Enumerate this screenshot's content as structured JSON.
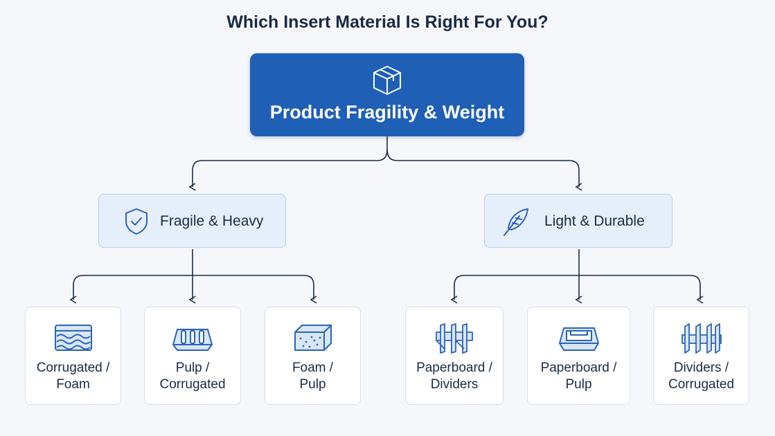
{
  "title": "Which Insert Material Is Right For You?",
  "colors": {
    "root_fill": "#1f5fb6",
    "branch_fill": "#e6eefb",
    "leaf_fill": "#ffffff",
    "line": "#1b2a44",
    "icon_stroke": "#2a63b8"
  },
  "root": {
    "label": "Product Fragility & Weight",
    "icon": "box-icon"
  },
  "branches": [
    {
      "label": "Fragile & Heavy",
      "icon": "shield-check-icon",
      "leaves": [
        {
          "line1": "Corrugated /",
          "line2": "Foam",
          "icon": "corrugated-foam-icon"
        },
        {
          "line1": "Pulp /",
          "line2": "Corrugated",
          "icon": "pulp-tray-icon"
        },
        {
          "line1": "Foam /",
          "line2": "Pulp",
          "icon": "foam-block-icon"
        }
      ]
    },
    {
      "label": "Light & Durable",
      "icon": "feather-icon",
      "leaves": [
        {
          "line1": "Paperboard /",
          "line2": "Dividers",
          "icon": "paperboard-grid-icon"
        },
        {
          "line1": "Paperboard /",
          "line2": "Pulp",
          "icon": "paperboard-tray-icon"
        },
        {
          "line1": "Dividers /",
          "line2": "Corrugated",
          "icon": "dividers-icon"
        }
      ]
    }
  ]
}
